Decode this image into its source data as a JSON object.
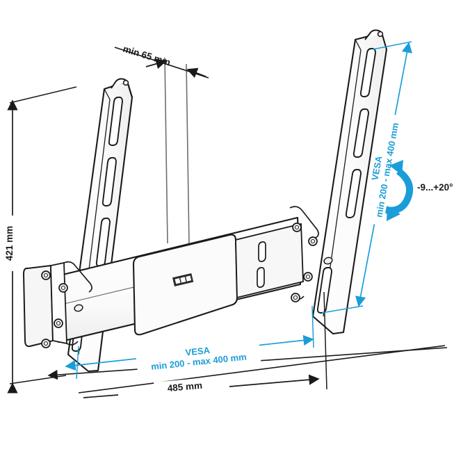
{
  "diagram": {
    "title": "TV wall mount bracket technical drawing",
    "product": "tilting flat panel wall mount",
    "view": "front perspective with dimension annotations",
    "background_color": "#ffffff",
    "line_color": "#1a1a1a",
    "accent_color": "#1b9dd9",
    "gray_line_color": "#6e6e6e"
  },
  "dimensions": {
    "depth_min": "min 65 mm",
    "height_total": "421 mm",
    "width_total": "485 mm",
    "tilt_range": "-9...+20°",
    "vesa_label": "VESA",
    "vesa_horizontal_range": "min 200 - max 400 mm",
    "vesa_vertical_label": "VESA",
    "vesa_vertical_range": "min 200 - max 400 mm"
  },
  "annotations": [
    {
      "id": "depth",
      "text": "min 65 mm",
      "color": "#1a1a1a",
      "orientation": "slanted",
      "position": "top-left"
    },
    {
      "id": "height",
      "text": "421 mm",
      "color": "#1a1a1a",
      "orientation": "vertical",
      "position": "left"
    },
    {
      "id": "vesa-vertical-name",
      "text": "VESA",
      "color": "#1b9dd9",
      "orientation": "vertical",
      "position": "right"
    },
    {
      "id": "vesa-vertical-range",
      "text": "min 200 - max 400 mm",
      "color": "#1b9dd9",
      "orientation": "vertical",
      "position": "right"
    },
    {
      "id": "tilt",
      "text": "-9...+20°",
      "color": "#1a1a1a",
      "orientation": "horizontal",
      "position": "right"
    },
    {
      "id": "vesa-horizontal-name",
      "text": "VESA",
      "color": "#1b9dd9",
      "orientation": "slanted",
      "position": "bottom-center"
    },
    {
      "id": "vesa-horizontal-range",
      "text": "min 200 - max 400 mm",
      "color": "#1b9dd9",
      "orientation": "slanted",
      "position": "bottom-center"
    },
    {
      "id": "width",
      "text": "485 mm",
      "color": "#1a1a1a",
      "orientation": "slanted",
      "position": "bottom"
    }
  ],
  "parts": {
    "left_arm": "left vertical mounting rail with oval slots",
    "right_arm": "right vertical mounting rail with oval slots",
    "crossbar": "horizontal support bar",
    "center_plate": "center cover plate with label",
    "left_pivot": "left tilt pivot bracket",
    "right_pivot": "right tilt pivot bracket",
    "wall_plate": "wall plate end cap",
    "slot_count_per_arm": 4,
    "label_cells": 3
  }
}
